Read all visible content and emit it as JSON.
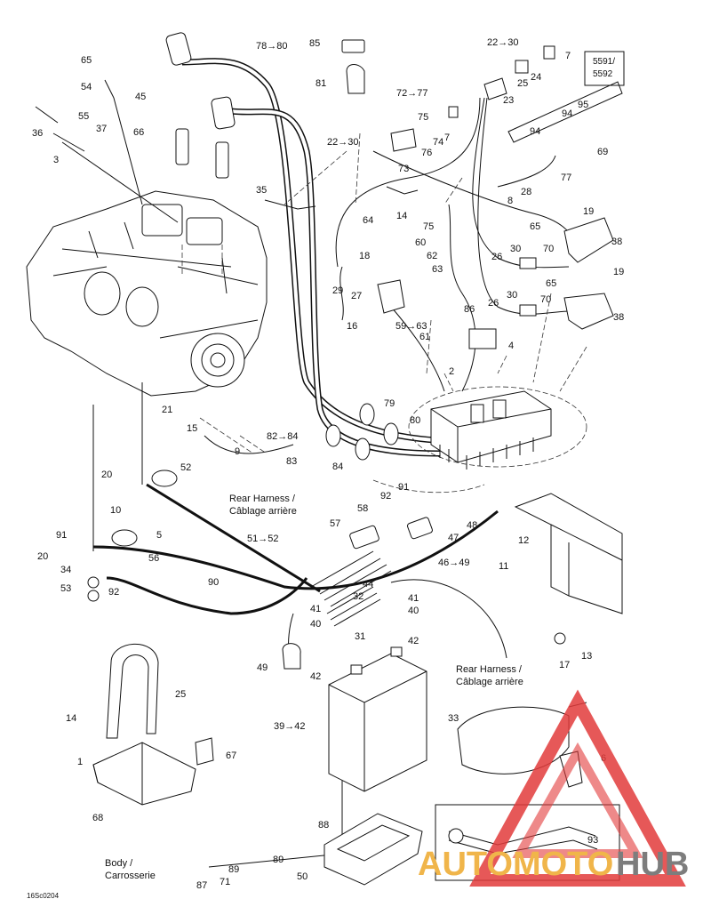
{
  "labels": {
    "l65a": "65",
    "l54": "54",
    "l45": "45",
    "l36": "36",
    "l55": "55",
    "l37": "37",
    "l3": "3",
    "l78_80": "78→80",
    "l66": "66",
    "l85": "85",
    "l81": "81",
    "l22_30a": "22→30",
    "l7a": "7",
    "l25": "25",
    "l24": "24",
    "l23": "23",
    "l72_77": "72→77",
    "l75a": "75",
    "l74": "74",
    "l7b": "7",
    "l76": "76",
    "l73": "73",
    "l22_30b": "22→30",
    "l35": "35",
    "l14a": "14",
    "l95": "95",
    "l94a": "94",
    "l94b": "94",
    "l69": "69",
    "l77": "77",
    "l28": "28",
    "l8": "8",
    "l19a": "19",
    "l64": "64",
    "l75b": "75",
    "l60": "60",
    "l62": "62",
    "l18": "18",
    "l63a": "63",
    "l29": "29",
    "l27": "27",
    "l16": "16",
    "l59_63": "59→63",
    "l61": "61",
    "l65b": "65",
    "l70a": "70",
    "l38a": "38",
    "l30a": "30",
    "l26a": "26",
    "l19b": "19",
    "l65c": "65",
    "l30b": "30",
    "l70b": "70",
    "l26b": "26",
    "l38b": "38",
    "l86": "86",
    "l4": "4",
    "l2": "2",
    "l21": "21",
    "l15": "15",
    "l82_84": "82→84",
    "l9": "9",
    "l79": "79",
    "l80": "80",
    "l83": "83",
    "l84": "84",
    "l20a": "20",
    "l52": "52",
    "l10": "10",
    "l5": "5",
    "l91a": "91",
    "l92a": "92",
    "l58": "58",
    "l57": "57",
    "l48": "48",
    "l47": "47",
    "l46_49": "46→49",
    "l12": "12",
    "l91b": "91",
    "l20b": "20",
    "l34": "34",
    "l53": "53",
    "l92b": "92",
    "l56": "56",
    "l51_52": "51→52",
    "l11": "11",
    "l90": "90",
    "l44": "44",
    "l32": "32",
    "l41a": "41",
    "l40a": "40",
    "l41b": "41",
    "l40b": "40",
    "l31": "31",
    "l42a": "42",
    "l17": "17",
    "l13": "13",
    "l49": "49",
    "l42b": "42",
    "l25b": "25",
    "l14b": "14",
    "l39_42": "39→42",
    "l33": "33",
    "l6": "6",
    "l1": "1",
    "l67": "67",
    "l68": "68",
    "l88": "88",
    "l93": "93",
    "l50": "50",
    "l89a": "89",
    "l89b": "89",
    "l87": "87",
    "l71": "71",
    "box_label_a": "5591/",
    "box_label_b": "5592"
  },
  "annotations": {
    "rear_harness_1a": "Rear Harness /",
    "rear_harness_1b": "Câblage arrière",
    "rear_harness_2a": "Rear Harness /",
    "rear_harness_2b": "Câblage arrière",
    "body_a": "Body /",
    "body_b": "Carrosserie",
    "drawing_code": "16Sc0204"
  },
  "watermark": {
    "brand_part1": "AUTOMOTO",
    "brand_part2": "HUB",
    "color_red": "#e23b3b",
    "color_gold": "#f0b54a",
    "color_gray": "#7d7d7d"
  }
}
